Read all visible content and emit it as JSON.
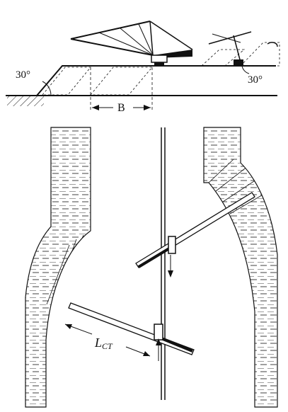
{
  "labels": {
    "angle_left": "30°",
    "angle_right": "30°",
    "width": "B",
    "length_main": "L",
    "length_sub": "CT"
  },
  "colors": {
    "ink": "#111111",
    "paper": "#ffffff"
  }
}
